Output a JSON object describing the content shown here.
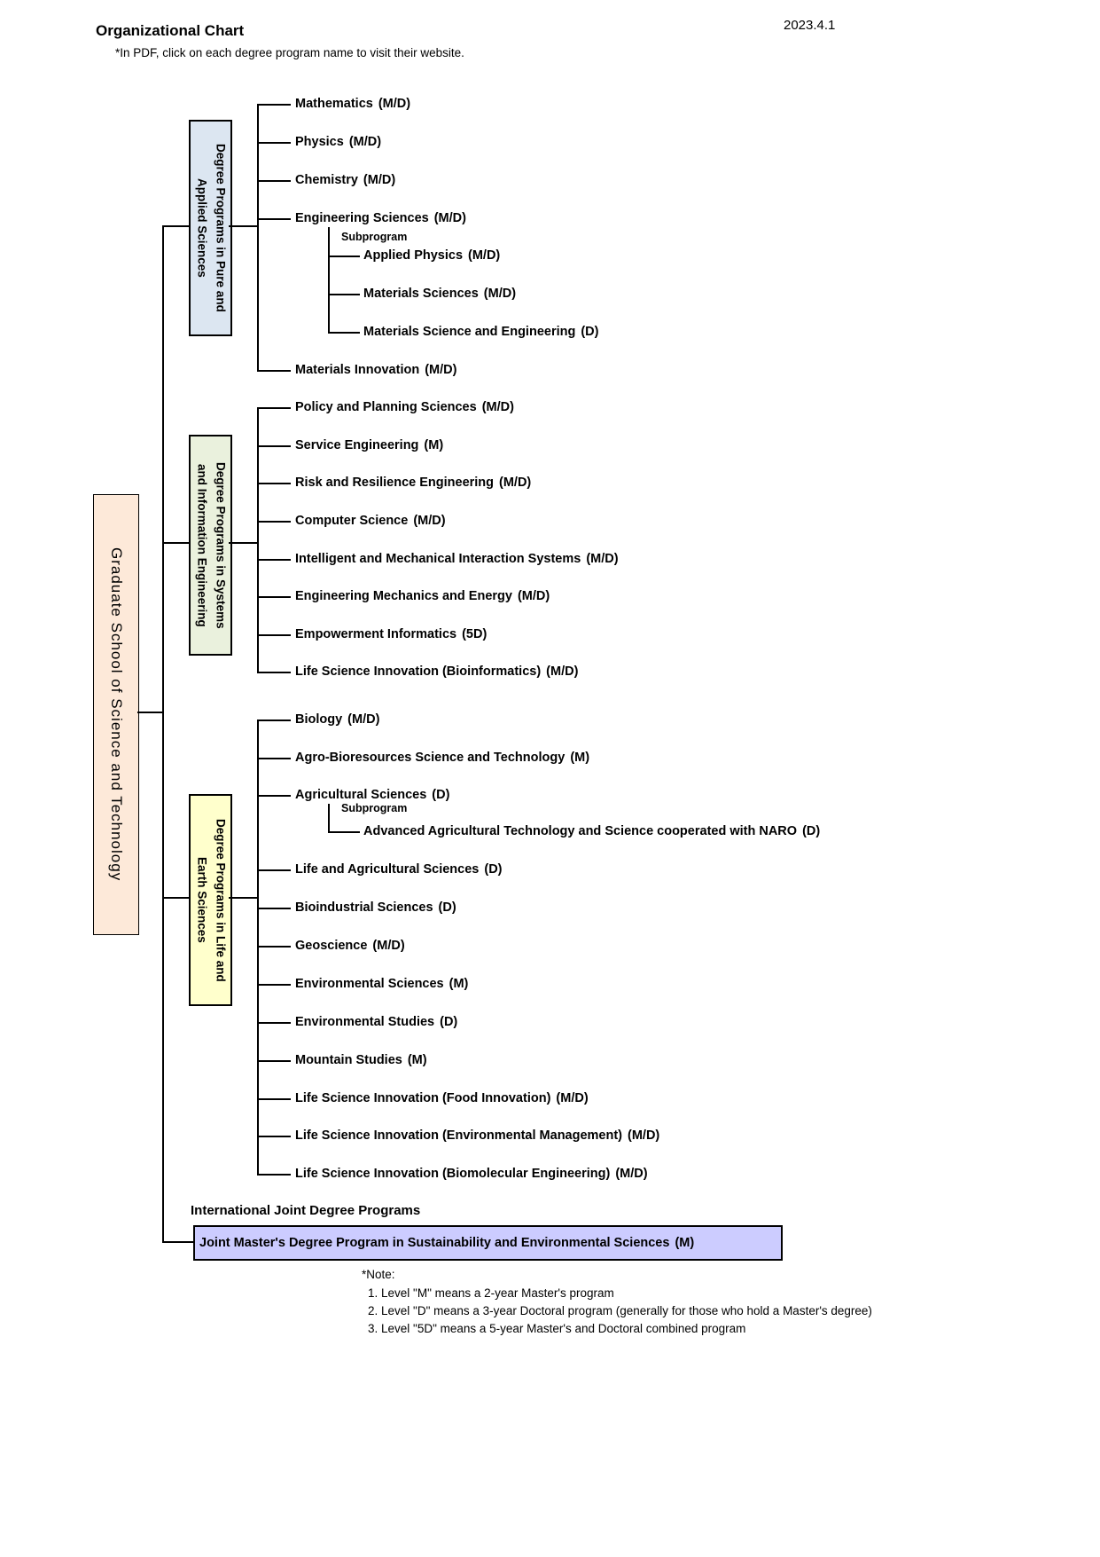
{
  "header": {
    "title": "Organizational Chart",
    "date": "2023.4.1",
    "subtitle": "*In PDF, click on each degree program name to visit their website."
  },
  "root": {
    "label": "Graduate School of Science and Technology"
  },
  "groups": [
    {
      "label": "Degree Programs in Pure and\nApplied Sciences",
      "programs": [
        {
          "name": "Mathematics",
          "level": "(M/D)"
        },
        {
          "name": "Physics",
          "level": "(M/D)"
        },
        {
          "name": "Chemistry",
          "level": "(M/D)"
        },
        {
          "name": "Engineering Sciences",
          "level": "(M/D)"
        },
        {
          "name": "Materials Innovation",
          "level": "(M/D)"
        }
      ],
      "subprogram": {
        "label": "Subprogram",
        "items": [
          {
            "name": "Applied Physics",
            "level": "(M/D)"
          },
          {
            "name": "Materials Sciences",
            "level": "(M/D)"
          },
          {
            "name": "Materials Science and Engineering",
            "level": "(D)"
          }
        ]
      }
    },
    {
      "label": "Degree Programs in Systems\nand Information Engineering",
      "programs": [
        {
          "name": "Policy and Planning Sciences",
          "level": "(M/D)"
        },
        {
          "name": "Service Engineering",
          "level": "(M)"
        },
        {
          "name": "Risk and Resilience Engineering",
          "level": "(M/D)"
        },
        {
          "name": "Computer Science",
          "level": "(M/D)"
        },
        {
          "name": "Intelligent and Mechanical Interaction Systems",
          "level": "(M/D)"
        },
        {
          "name": "Engineering Mechanics and Energy",
          "level": "(M/D)"
        },
        {
          "name": "Empowerment Informatics",
          "level": "(5D)"
        },
        {
          "name": "Life Science Innovation (Bioinformatics)",
          "level": "(M/D)"
        }
      ]
    },
    {
      "label": "Degree Programs in Life and\nEarth Sciences",
      "programs": [
        {
          "name": "Biology",
          "level": "(M/D)"
        },
        {
          "name": "Agro-Bioresources Science and Technology",
          "level": "(M)"
        },
        {
          "name": "Agricultural Sciences",
          "level": "(D)"
        },
        {
          "name": "Life and Agricultural Sciences",
          "level": "(D)"
        },
        {
          "name": "Bioindustrial Sciences",
          "level": "(D)"
        },
        {
          "name": "Geoscience",
          "level": "(M/D)"
        },
        {
          "name": "Environmental Sciences",
          "level": "(M)"
        },
        {
          "name": "Environmental Studies",
          "level": "(D)"
        },
        {
          "name": "Mountain Studies",
          "level": "(M)"
        },
        {
          "name": "Life Science Innovation (Food Innovation)",
          "level": "(M/D)"
        },
        {
          "name": "Life Science Innovation (Environmental Management)",
          "level": "(M/D)"
        },
        {
          "name": "Life Science Innovation (Biomolecular Engineering)",
          "level": "(M/D)"
        }
      ],
      "subprogram": {
        "label": "Subprogram",
        "items": [
          {
            "name": "Advanced Agricultural Technology and Science cooperated with NARO",
            "level": "(D)"
          }
        ]
      }
    }
  ],
  "joint": {
    "heading": "International Joint Degree Programs",
    "name": "Joint Master's Degree Program in Sustainability and Environmental Sciences",
    "level": "(M)"
  },
  "note": {
    "title": "*Note:",
    "items": [
      "1. Level \"M\" means a 2-year Master's program",
      "2. Level \"D\" means a 3-year Doctoral program (generally for those who hold a Master's degree)",
      "3. Level \"5D\" means a 5-year Master's and Doctoral combined program"
    ]
  },
  "colors": {
    "root_fill": "#FDE9D9",
    "group_pure_applied_fill": "#DCE6F1",
    "group_systems_info_fill": "#EAF1DD",
    "group_life_earth_fill": "#FFFFCC",
    "joint_fill": "#CCCCFF",
    "line": "#000000"
  }
}
